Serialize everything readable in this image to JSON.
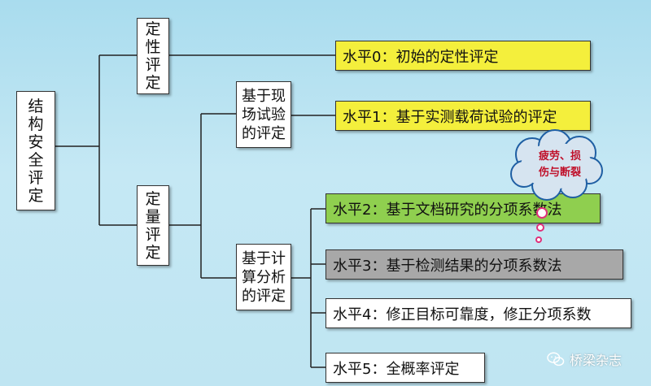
{
  "root": {
    "label": "结构安全评定"
  },
  "qualitative": {
    "label": "定性评定"
  },
  "quantitative": {
    "label": "定量评定"
  },
  "field_test": {
    "label": "基于现场试验的评定"
  },
  "computational": {
    "label": "基于计算分析的评定"
  },
  "levels": [
    {
      "text": "水平0：初始的定性评定",
      "color": "#f4ef3c"
    },
    {
      "text": "水平1：基于实测载荷试验的评定",
      "color": "#f4ef3c"
    },
    {
      "text": "水平2：基于文档研究的分项系数法",
      "color": "#8fcf4f"
    },
    {
      "text": "水平3：基于检测结果的分项系数法",
      "color": "#a8a8a8"
    },
    {
      "text": "水平4：修正目标可靠度，修正分项系数",
      "color": "#ffffff"
    },
    {
      "text": "水平5：全概率评定",
      "color": "#ffffff"
    }
  ],
  "callout": {
    "line1": "疲劳、损",
    "line2": "伤与断裂"
  },
  "watermark": {
    "text": "桥梁杂志",
    "icon": "wechat-icon"
  }
}
